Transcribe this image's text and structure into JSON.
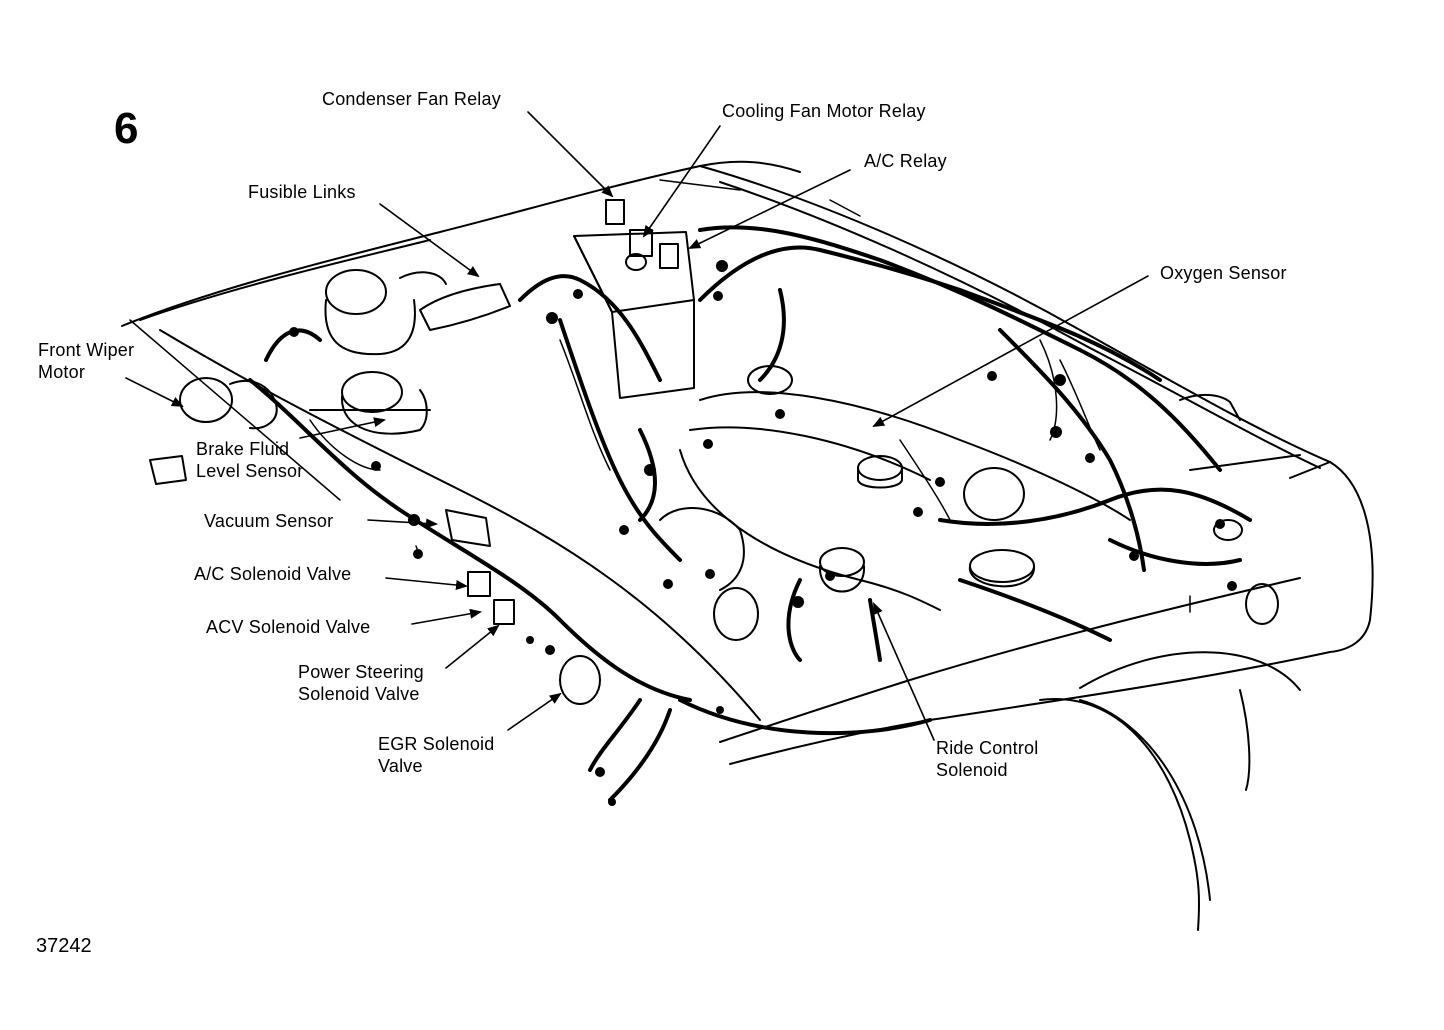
{
  "figure": {
    "number": "6",
    "reference": "37242"
  },
  "labels": {
    "condenser_fan_relay": "Condenser Fan Relay",
    "cooling_fan_motor_relay": "Cooling Fan Motor Relay",
    "ac_relay": "A/C Relay",
    "fusible_links": "Fusible Links",
    "oxygen_sensor": "Oxygen Sensor",
    "front_wiper_motor_1": "Front Wiper",
    "front_wiper_motor_2": "Motor",
    "brake_fluid_1": "Brake Fluid",
    "brake_fluid_2": "Level Sensor",
    "vacuum_sensor": "Vacuum Sensor",
    "ac_solenoid_valve": "A/C Solenoid Valve",
    "acv_solenoid_valve": "ACV Solenoid Valve",
    "power_steering_1": "Power Steering",
    "power_steering_2": "Solenoid Valve",
    "egr_1": "EGR Solenoid",
    "egr_2": "Valve",
    "ride_control_1": "Ride Control",
    "ride_control_2": "Solenoid"
  },
  "colors": {
    "ink": "#000000",
    "paper": "#ffffff"
  }
}
